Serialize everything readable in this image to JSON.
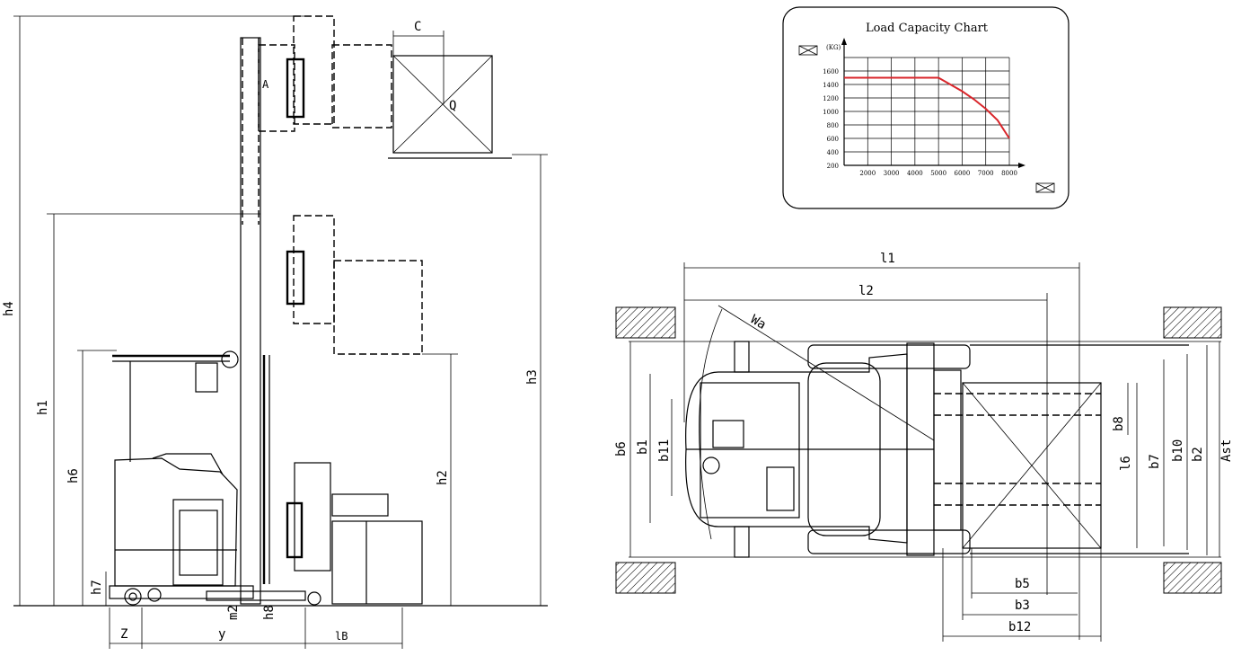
{
  "side_view": {
    "labels": {
      "h4": "h4",
      "h1": "h1",
      "h6": "h6",
      "h7": "h7",
      "h3": "h3",
      "h2": "h2",
      "z": "Z",
      "y": "y",
      "lb": "lB",
      "m2": "m2",
      "h8": "h8",
      "c": "C",
      "q": "Q"
    }
  },
  "top_view": {
    "labels": {
      "l1": "l1",
      "l2": "l2",
      "wa": "Wa",
      "b6": "b6",
      "b1": "b1",
      "b11": "b11",
      "b8": "b8",
      "l6": "l6",
      "b7": "b7",
      "b10": "b10",
      "b2": "b2",
      "ast": "Ast",
      "b5": "b5",
      "b3": "b3",
      "b12": "b12"
    }
  },
  "chart_data": {
    "type": "line",
    "title": "Load Capacity Chart",
    "y_unit": "(KG)",
    "x_ticks": [
      "2000",
      "3000",
      "4000",
      "5000",
      "6000",
      "7000",
      "8000"
    ],
    "y_ticks": [
      "1600",
      "1400",
      "1200",
      "1000",
      "800",
      "600",
      "400",
      "200"
    ],
    "xlim": [
      1000,
      8000
    ],
    "ylim": [
      200,
      1800
    ],
    "grid": true,
    "series": [
      {
        "color": "#d9262b",
        "points": [
          [
            1000,
            1500
          ],
          [
            5000,
            1500
          ],
          [
            5500,
            1400
          ],
          [
            6000,
            1300
          ],
          [
            6500,
            1180
          ],
          [
            7000,
            1040
          ],
          [
            7500,
            870
          ],
          [
            8000,
            600
          ]
        ]
      }
    ]
  }
}
